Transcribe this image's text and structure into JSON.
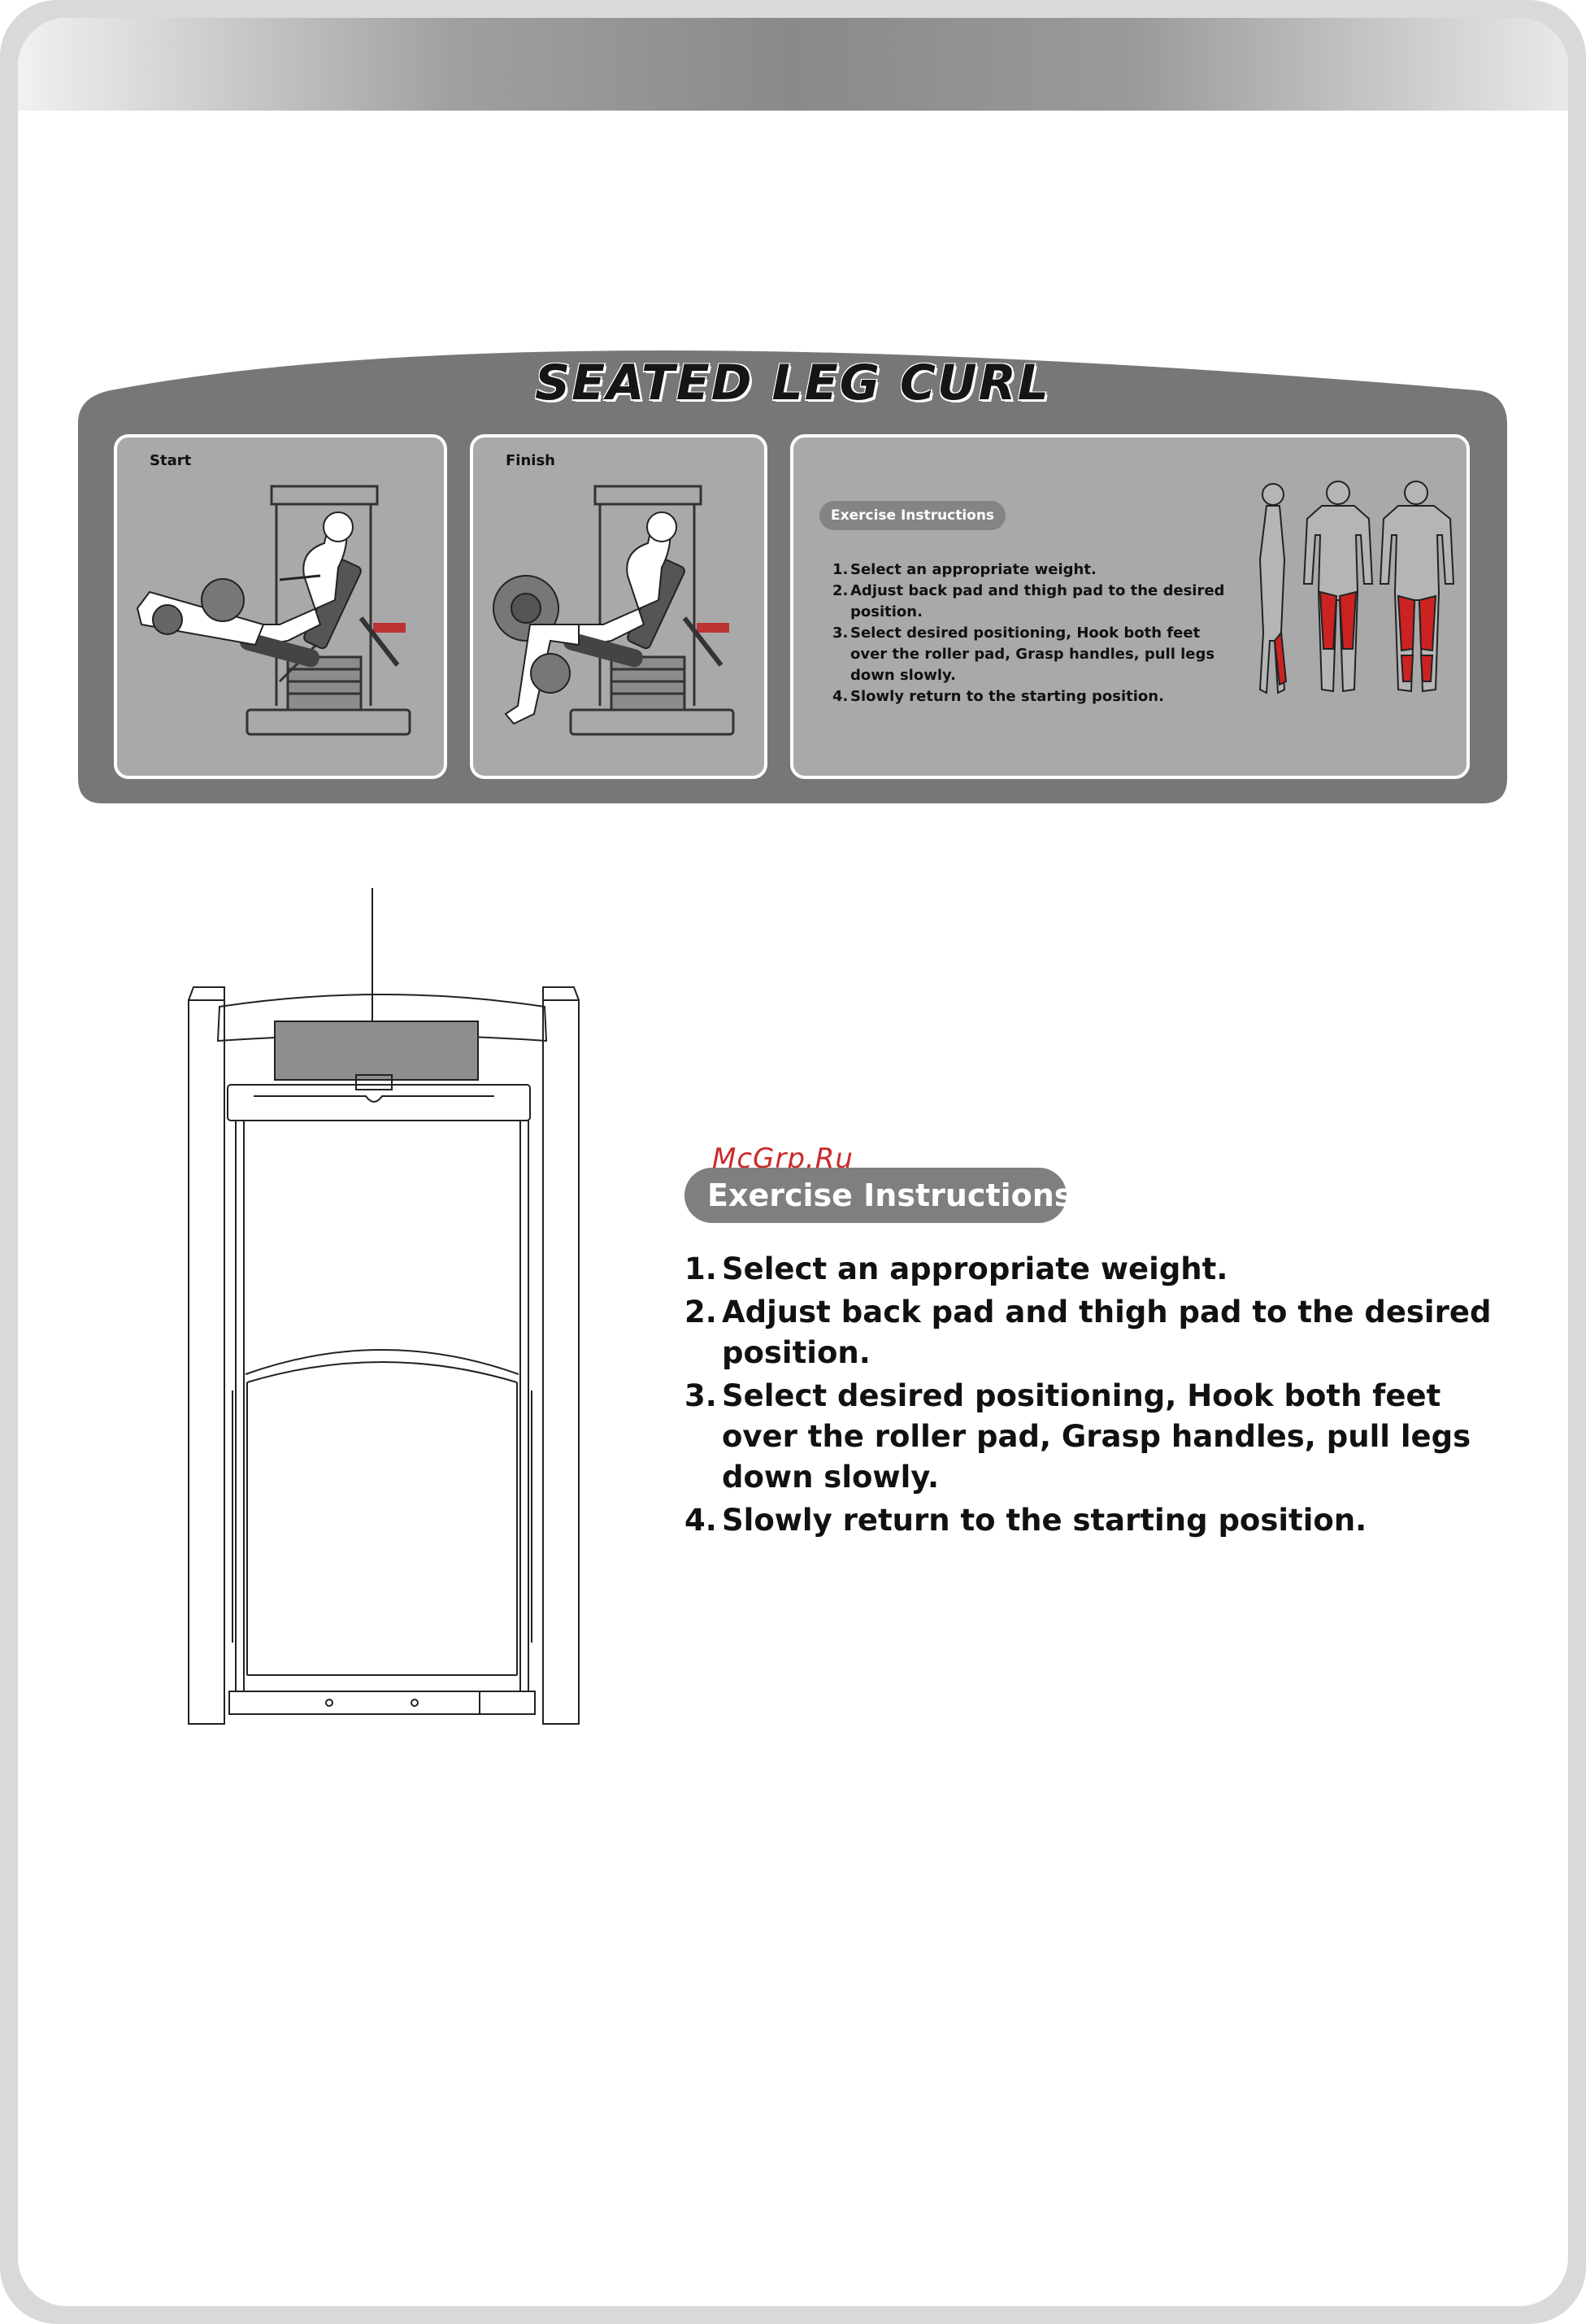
{
  "placard": {
    "title": "SEATED LEG CURL",
    "start_label": "Start",
    "finish_label": "Finish",
    "instructions_heading": "Exercise Instructions",
    "steps": [
      {
        "num": "1.",
        "text": "Select an appropriate weight."
      },
      {
        "num": "2.",
        "text": "Adjust back pad and thigh pad to the desired position."
      },
      {
        "num": "3.",
        "text": "Select desired positioning, Hook both feet over the roller pad, Grasp handles, pull legs down slowly."
      },
      {
        "num": "4.",
        "text": "Slowly return to the starting position."
      }
    ]
  },
  "watermark": "McGrp.Ru",
  "instructions": {
    "heading": "Exercise Instructions",
    "steps": [
      {
        "num": "1.",
        "text": "Select an appropriate weight."
      },
      {
        "num": "2.",
        "text": "Adjust back pad and thigh pad to the desired position."
      },
      {
        "num": "3.",
        "text": "Select desired positioning, Hook both feet over the roller pad, Grasp handles, pull legs down slowly."
      },
      {
        "num": "4.",
        "text": "Slowly return to the starting position."
      }
    ]
  },
  "colors": {
    "placard_bg": "#777777",
    "panel_bg": "#a9a9a9",
    "muscle_highlight": "#cc2222",
    "pill_bg": "#7f7f7f",
    "watermark": "#cc2a2a"
  }
}
